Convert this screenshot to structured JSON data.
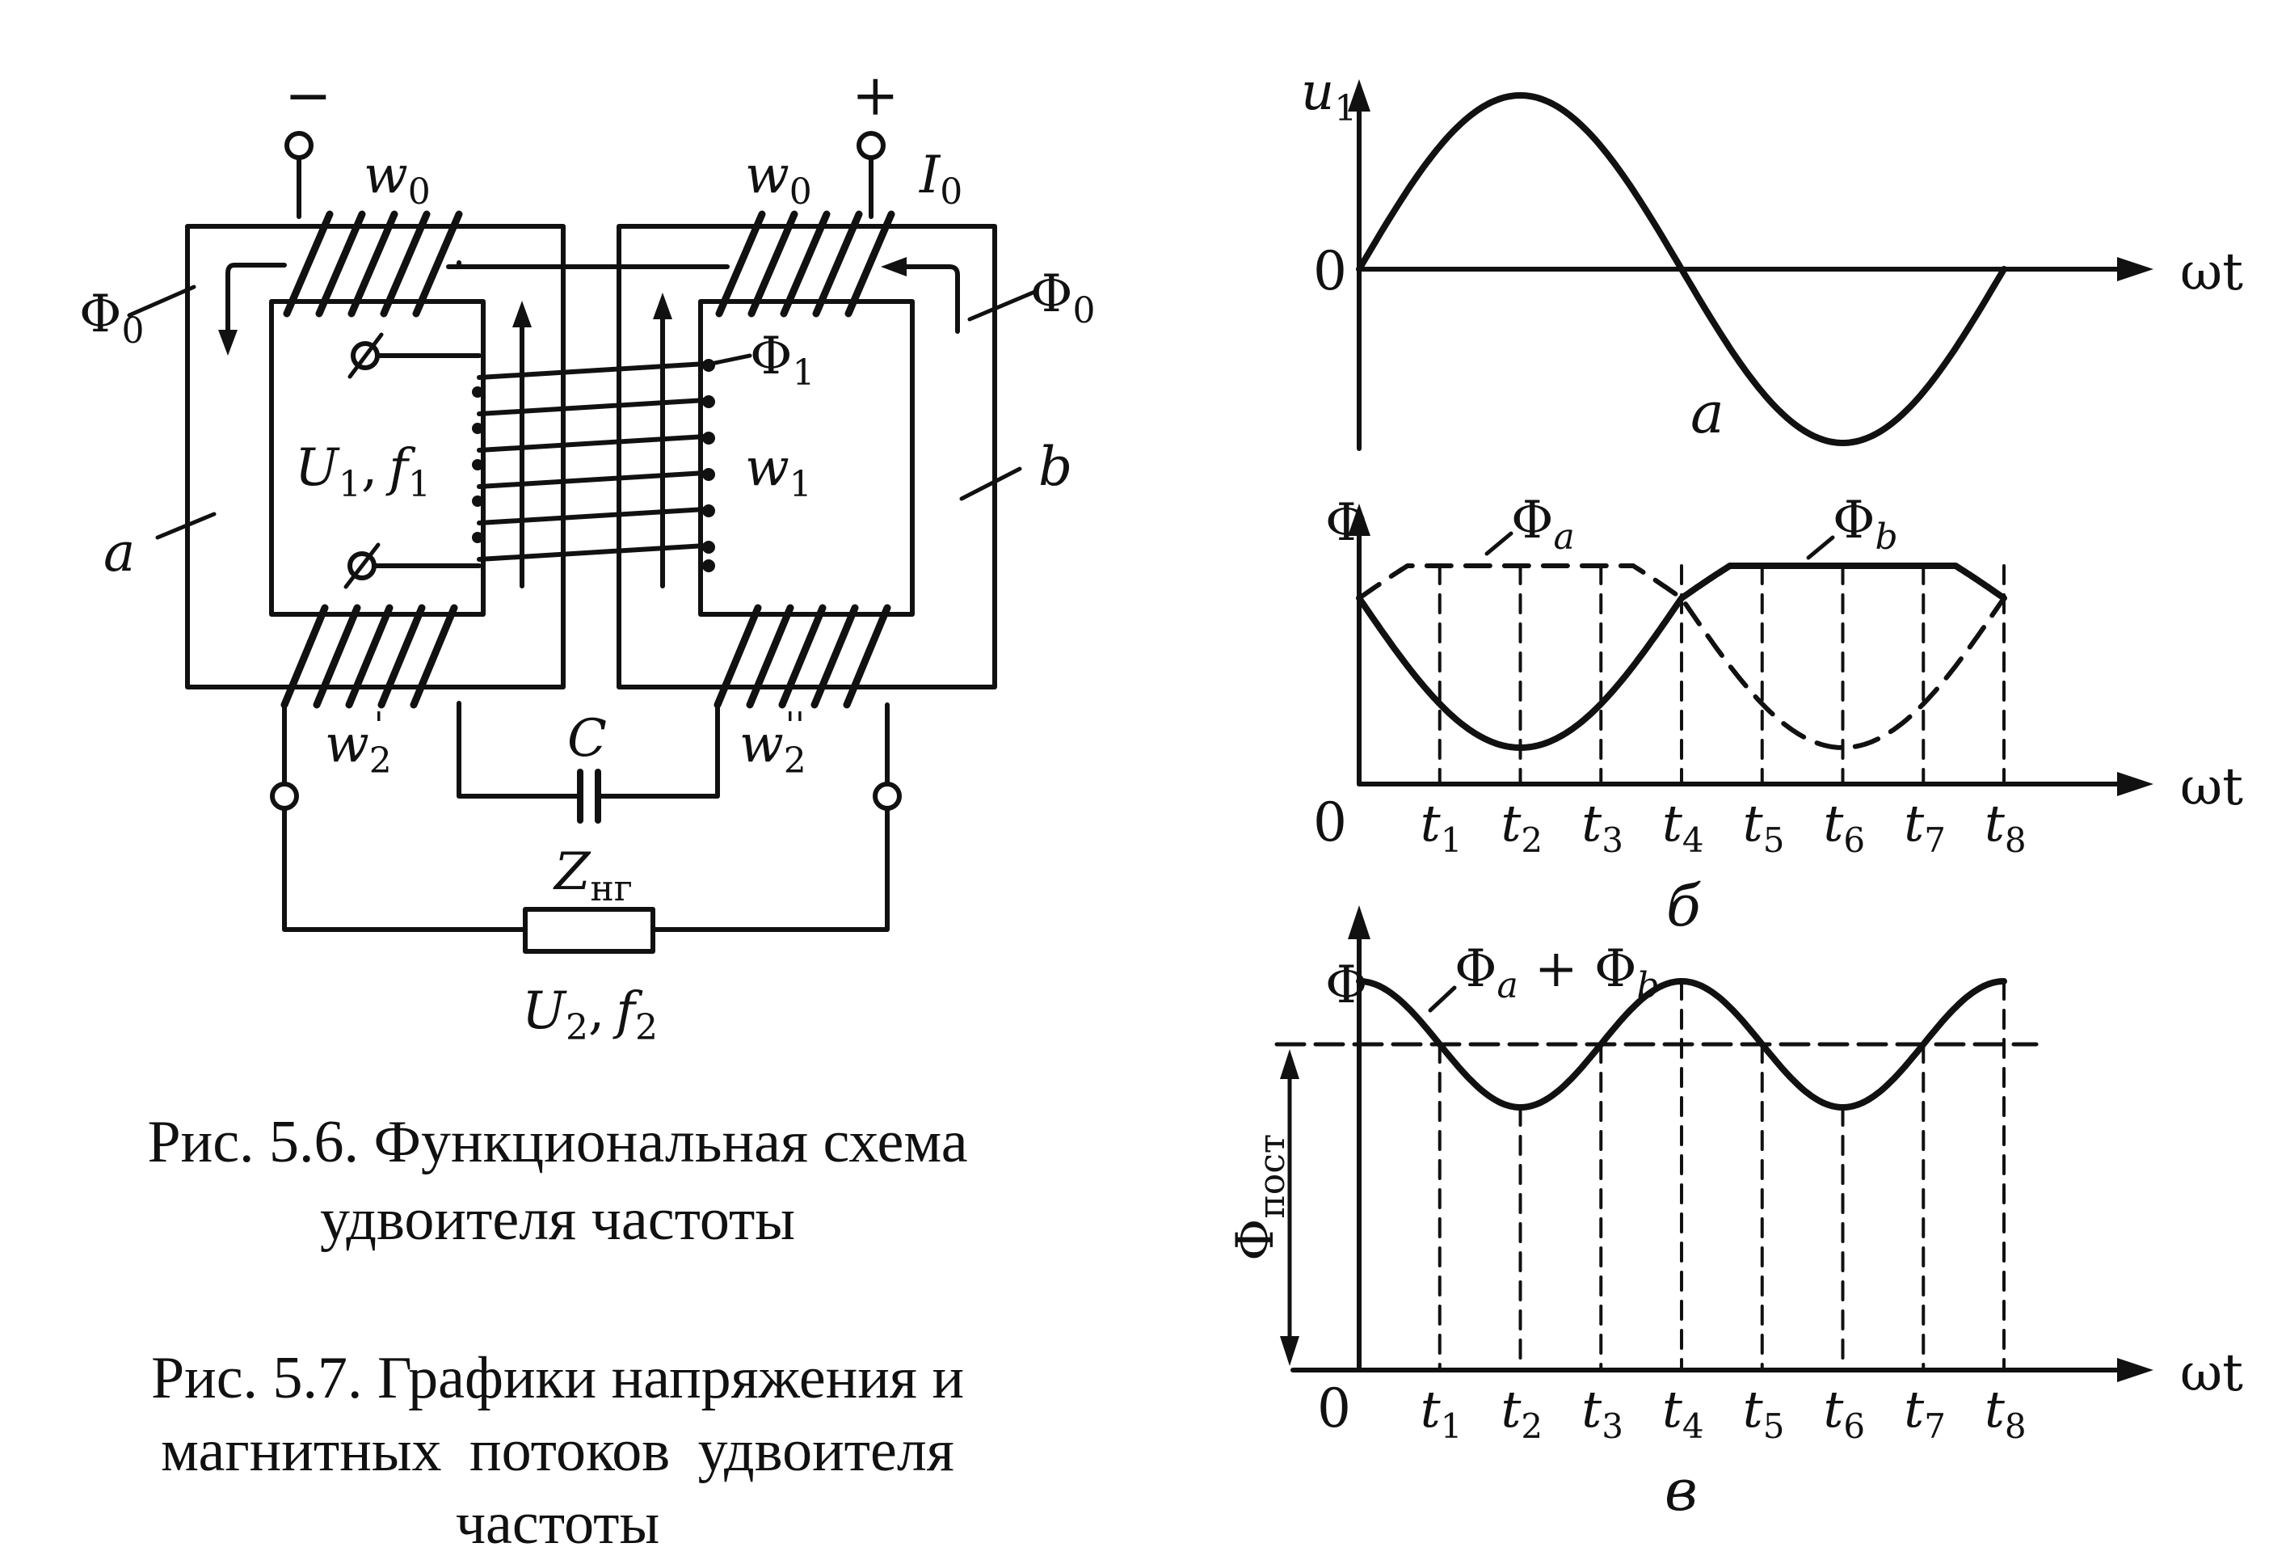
{
  "figure_5_6": {
    "caption_line1": "Рис. 5.6. Функциональная схема",
    "caption_line2": "удвоителя частоты",
    "labels": {
      "minus": "−",
      "plus": "+",
      "w0": "w",
      "w0_sub": "0",
      "I0": "I",
      "I0_sub": "0",
      "phi0": "Φ",
      "phi0_sub": "0",
      "phi1": "Φ",
      "phi1_sub": "1",
      "U1": "U",
      "U1_sub": "1",
      "f1": "f",
      "f1_sub": "1",
      "w1": "w",
      "w1_sub": "1",
      "core_a": "a",
      "core_b": "b",
      "w2p": "w",
      "w2p_sub": "2",
      "prime1": "'",
      "w2pp": "w",
      "w2pp_sub": "2",
      "prime2": "''",
      "C": "C",
      "Z": "Z",
      "Z_sub": "нг",
      "U2": "U",
      "U2_sub": "2",
      "f2": "f",
      "f2_sub": "2",
      "comma": ","
    }
  },
  "figure_5_7": {
    "caption_line1": "Рис. 5.7. Графики напряжения и",
    "caption_line2": "магнитных потоков удвоителя",
    "caption_line3": "частоты",
    "axis_omega_t": "ωt",
    "zero": "0",
    "graph_a": {
      "letter": "a",
      "y_axis": "u",
      "y_axis_sub": "1"
    },
    "graph_b": {
      "letter": "б",
      "y_axis": "Φ",
      "phi_a": "Φ",
      "phi_a_sub": "a",
      "phi_b": "Φ",
      "phi_b_sub": "b"
    },
    "graph_v": {
      "letter": "в",
      "y_axis": "Φ",
      "sum_phi_a": "Φ",
      "sum_phi_a_sub": "a",
      "sum_plus": " + ",
      "sum_phi_b": "Φ",
      "sum_phi_b_sub": "b",
      "phi_post": "Φ",
      "phi_post_sub": "пост"
    },
    "t_labels": [
      "t",
      "t",
      "t",
      "t",
      "t",
      "t",
      "t",
      "t"
    ],
    "t_subs": [
      "1",
      "2",
      "3",
      "4",
      "5",
      "6",
      "7",
      "8"
    ]
  }
}
